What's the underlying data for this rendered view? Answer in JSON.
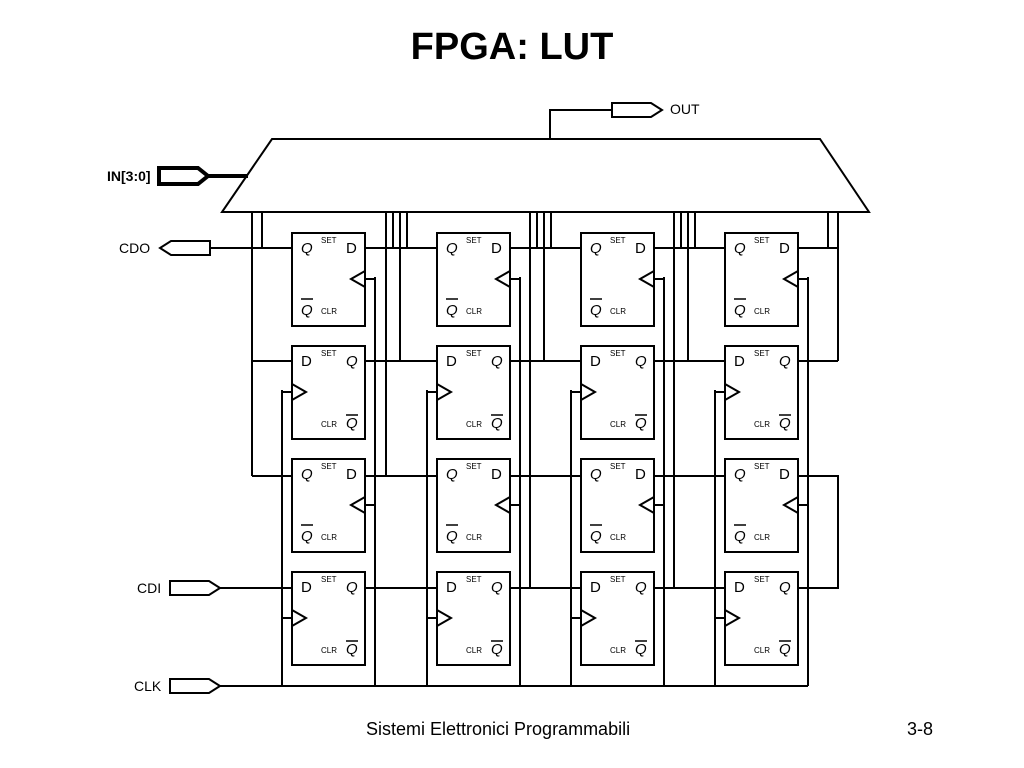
{
  "slide": {
    "title": "FPGA: LUT",
    "footer": "Sistemi Elettronici Programmabili",
    "page": "3-8"
  },
  "ports": {
    "in": "IN[3:0]",
    "out": "OUT",
    "cdo": "CDO",
    "cdi": "CDI",
    "clk": "CLK"
  },
  "flipflop": {
    "d": "D",
    "q": "Q",
    "qbar": "Q",
    "set": "SET",
    "clr": "CLR"
  },
  "grid": {
    "rows": 4,
    "cols": 4,
    "reversed_rows": [
      0,
      2
    ]
  }
}
